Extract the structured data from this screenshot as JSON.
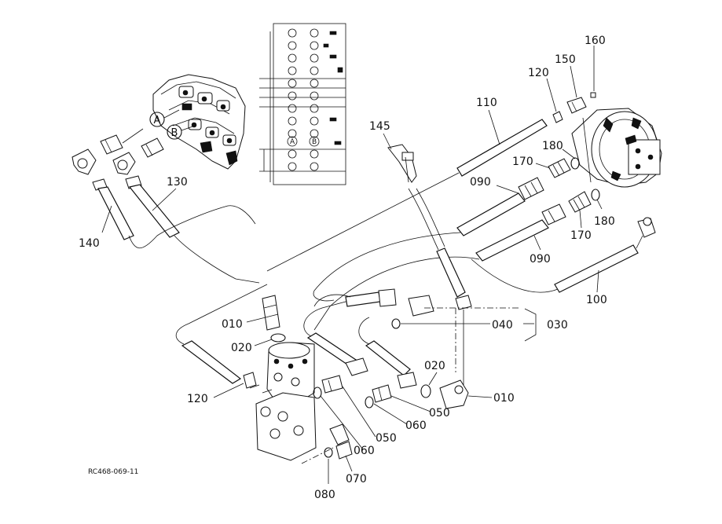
{
  "drawing_code": "RC468-069-11",
  "callouts": {
    "A": "A",
    "B": "B"
  },
  "inset_callouts": {
    "A": "A",
    "B": "B"
  },
  "labels": {
    "p160": "160",
    "p150": "150",
    "p120_top": "120",
    "p110": "110",
    "p145": "145",
    "p180_top": "180",
    "p170_top": "170",
    "p090_top": "090",
    "p130": "130",
    "p140": "140",
    "p180_right": "180",
    "p170_right": "170",
    "p090_right": "090",
    "p100": "100",
    "p010_left": "010",
    "p020_left": "020",
    "p040": "040",
    "p030": "030",
    "p120_bottom": "120",
    "p020_right": "020",
    "p010_right": "010",
    "p050_right": "050",
    "p060_right": "060",
    "p050_left": "050",
    "p060_left": "060",
    "p070": "070",
    "p080": "080"
  }
}
